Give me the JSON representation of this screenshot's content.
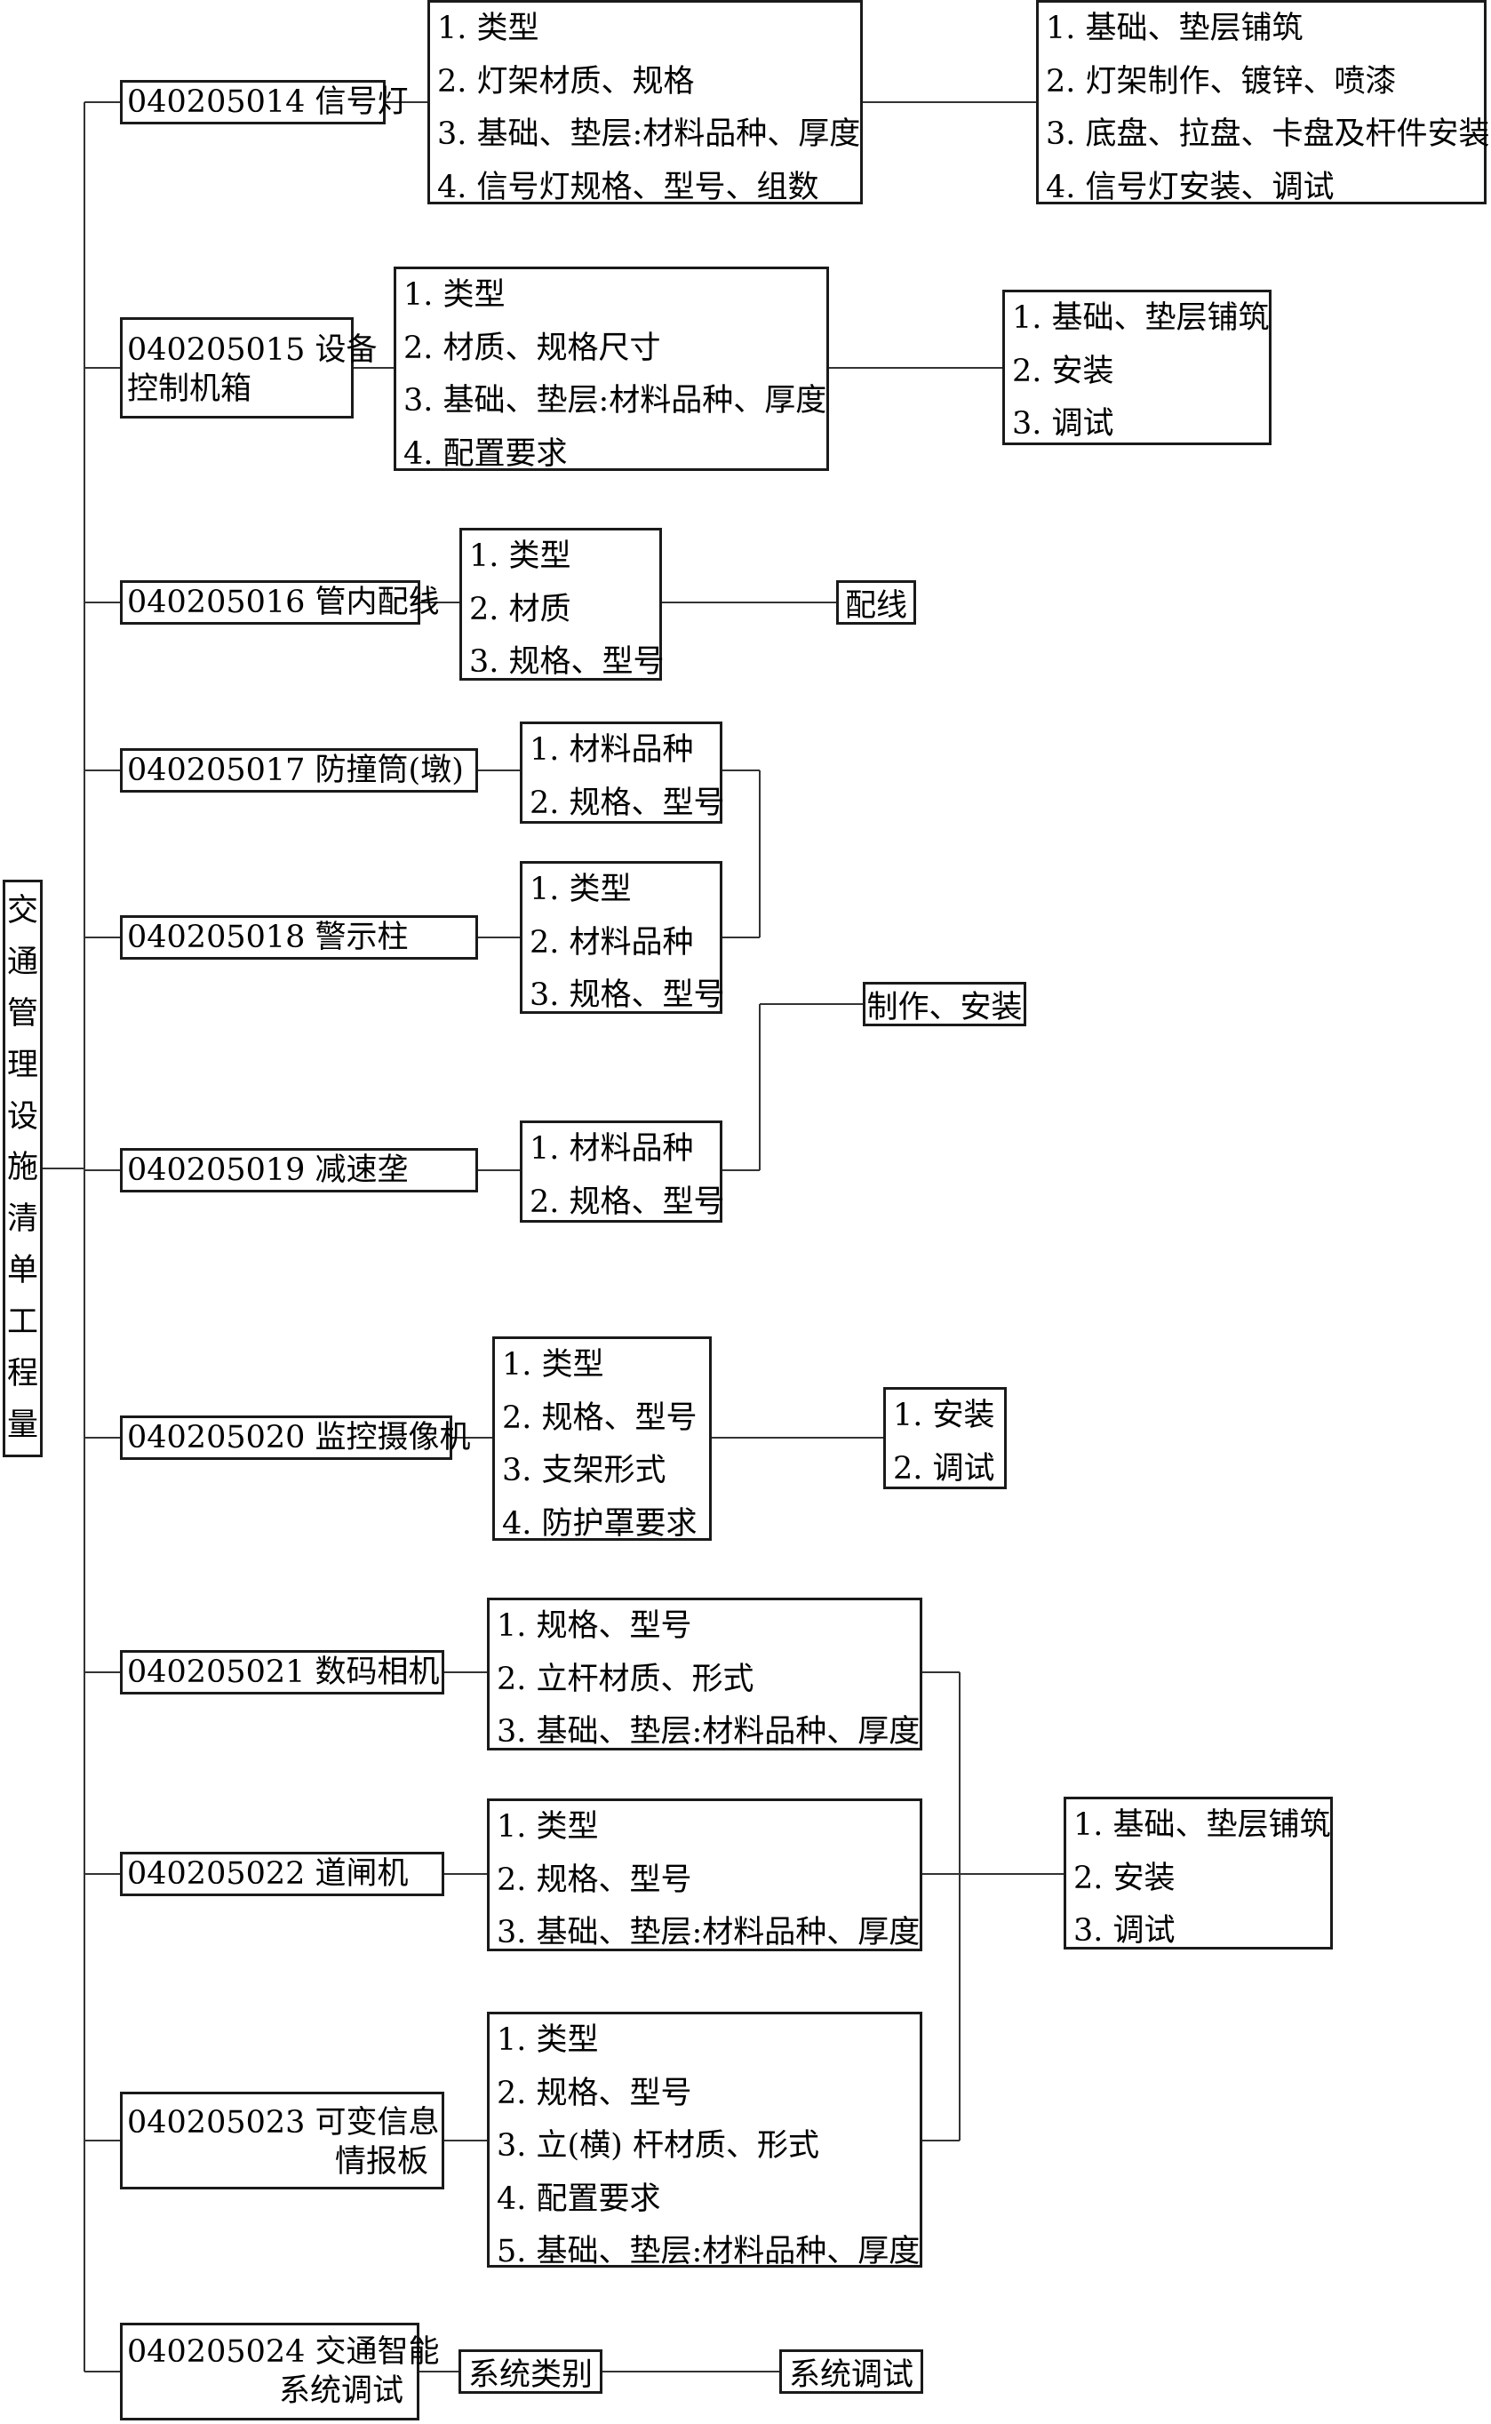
{
  "root": {
    "title_chars": [
      "交",
      "通",
      "管",
      "理",
      "设",
      "施",
      "清",
      "单",
      "工",
      "程",
      "量"
    ]
  },
  "items": [
    {
      "code_lines": [
        "040205014 信号灯"
      ],
      "features": [
        "1. 类型",
        "2. 灯架材质、规格",
        "3. 基础、垫层:材料品种、厚度",
        "4. 信号灯规格、型号、组数"
      ],
      "work": [
        "1. 基础、垫层铺筑",
        "2. 灯架制作、镀锌、喷漆",
        "3. 底盘、拉盘、卡盘及杆件安装",
        "4. 信号灯安装、调试"
      ]
    },
    {
      "code_lines": [
        "040205015 设备",
        "控制机箱"
      ],
      "features": [
        "1. 类型",
        "2. 材质、规格尺寸",
        "3. 基础、垫层:材料品种、厚度",
        "4. 配置要求"
      ],
      "work": [
        "1. 基础、垫层铺筑",
        "2. 安装",
        "3. 调试"
      ]
    },
    {
      "code_lines": [
        "040205016 管内配线"
      ],
      "features": [
        "1. 类型",
        "2. 材质",
        "3. 规格、型号"
      ],
      "work": [
        "配线"
      ]
    },
    {
      "code_lines": [
        "040205017 防撞筒(墩)"
      ],
      "features": [
        "1. 材料品种",
        "2. 规格、型号"
      ]
    },
    {
      "code_lines": [
        "040205018 警示柱"
      ],
      "features": [
        "1. 类型",
        "2. 材料品种",
        "3. 规格、型号"
      ]
    },
    {
      "code_lines": [
        "040205019 减速垄"
      ],
      "features": [
        "1. 材料品种",
        "2. 规格、型号"
      ]
    },
    {
      "code_lines": [
        "040205020 监控摄像机"
      ],
      "features": [
        "1. 类型",
        "2. 规格、型号",
        "3. 支架形式",
        "4. 防护罩要求"
      ],
      "work": [
        "1. 安装",
        "2. 调试"
      ]
    },
    {
      "code_lines": [
        "040205021 数码相机"
      ],
      "features": [
        "1. 规格、型号",
        "2. 立杆材质、形式",
        "3. 基础、垫层:材料品种、厚度"
      ]
    },
    {
      "code_lines": [
        "040205022 道闸机"
      ],
      "features": [
        "1. 类型",
        "2. 规格、型号",
        "3. 基础、垫层:材料品种、厚度"
      ]
    },
    {
      "code_lines": [
        "040205023 可变信息",
        "情报板"
      ],
      "features": [
        "1. 类型",
        "2. 规格、型号",
        "3. 立(横) 杆材质、形式",
        "4. 配置要求",
        "5. 基础、垫层:材料品种、厚度"
      ]
    },
    {
      "code_lines": [
        "040205024 交通智能",
        "系统调试"
      ],
      "features": [
        "系统类别"
      ],
      "work": [
        "系统调试"
      ]
    }
  ],
  "shared_work_17_19": "制作、安装",
  "shared_work_21_23": [
    "1. 基础、垫层铺筑",
    "2. 安装",
    "3. 调试"
  ]
}
